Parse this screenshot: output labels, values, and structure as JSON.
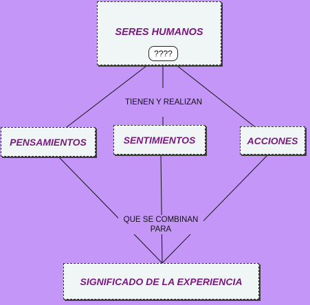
{
  "nodes": {
    "root": "SERES HUMANOS",
    "root_badge": "????",
    "pensamientos": "PENSAMIENTOS",
    "sentimientos": "SENTIMIENTOS",
    "acciones": "ACCIONES",
    "result": "SIGNIFICADO DE LA EXPERIENCIA"
  },
  "links": {
    "top": "TIENEN Y REALIZAN",
    "bottom": "QUE SE COMBINAN\nPARA"
  },
  "colors": {
    "background": "#c496f8",
    "node_fill": "#f0f6f5",
    "node_text": "#7a167f"
  }
}
